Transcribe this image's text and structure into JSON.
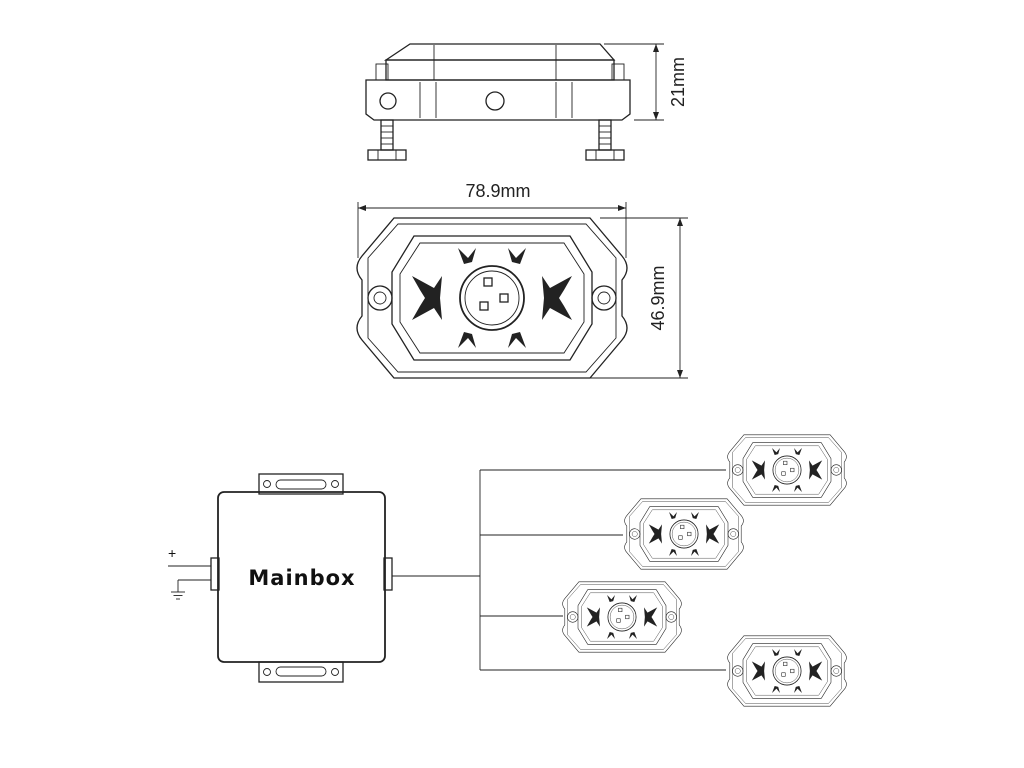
{
  "dimensions": {
    "height": "21mm",
    "width": "78.9mm",
    "depth": "46.9mm"
  },
  "mainbox": {
    "label": "Mainbox"
  },
  "power": {
    "positive": "+"
  },
  "icons": {
    "ground": "ground-icon",
    "led_pod": "led-pod-icon"
  },
  "pod_count": 4
}
